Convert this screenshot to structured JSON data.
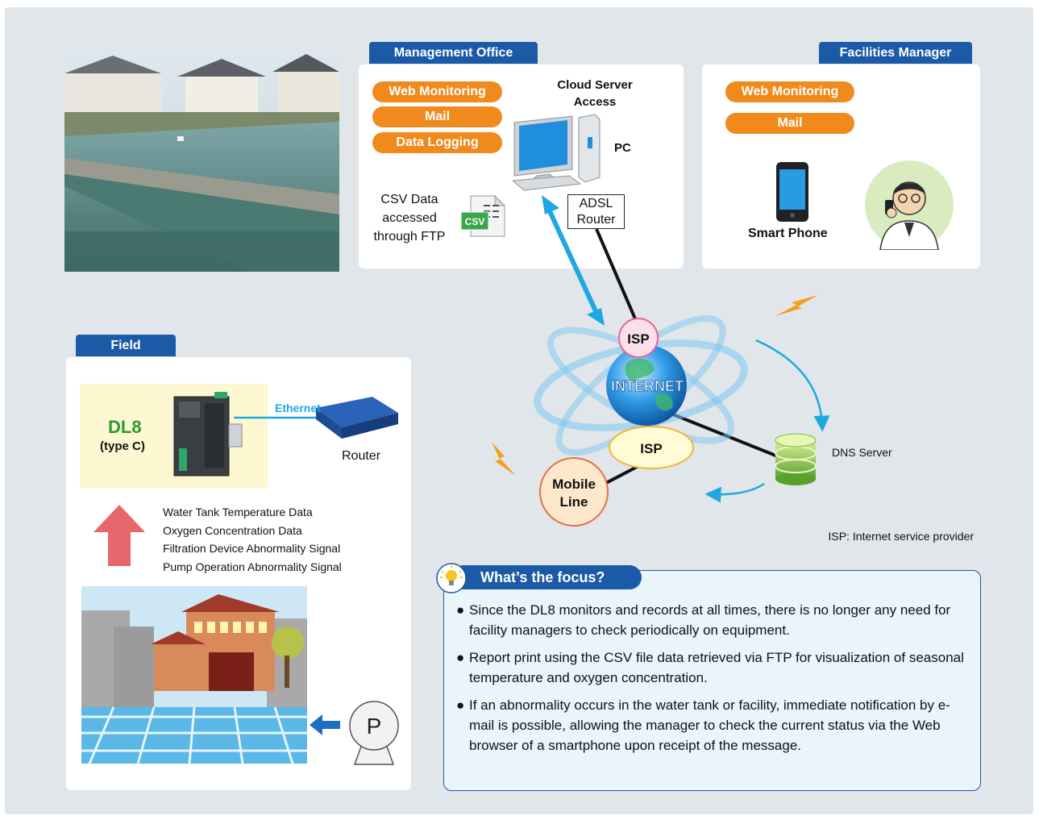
{
  "sections": {
    "management_office": "Management Office",
    "facilities_manager": "Facilities Manager",
    "field": "Field"
  },
  "management_office": {
    "pills": [
      "Web Monitoring",
      "Mail",
      "Data Logging"
    ],
    "cloud_server": [
      "Cloud Server",
      "Access"
    ],
    "pc": "PC",
    "adsl_router": [
      "ADSL",
      "Router"
    ],
    "csv_text": [
      "CSV Data",
      "accessed",
      "through FTP"
    ],
    "csv_icon": "CSV"
  },
  "facilities_manager": {
    "pills": [
      "Web Monitoring",
      "Mail"
    ],
    "smart_phone": "Smart Phone"
  },
  "network": {
    "isp_top": "ISP",
    "internet": "INTERNET",
    "isp_bottom": "ISP",
    "mobile_line": [
      "Mobile",
      "Line"
    ],
    "dns_server": "DNS Server",
    "isp_note": "ISP: Internet service provider"
  },
  "field": {
    "dl8": "DL8",
    "type": "(type C)",
    "ethernet": "Ethernet",
    "router": "Router",
    "signals": [
      "Water Tank Temperature Data",
      "Oxygen Concentration Data",
      "Filtration Device Abnormality Signal",
      "Pump Operation Abnormality Signal"
    ],
    "pump_symbol": "P"
  },
  "focus": {
    "title": "What’s the focus?",
    "bullets": [
      "Since the DL8 monitors and records at all times, there is no longer any need for facility managers to check periodically on equipment.",
      "Report print using the CSV file data retrieved via FTP for visualization of seasonal temperature and oxygen concentration.",
      "If an abnormality occurs in the water tank or facility, immediate notification by e-mail is possible, allowing the manager to check the current status via the Web browser of a smartphone upon receipt of the message."
    ]
  },
  "colors": {
    "tab_blue": "#1b5aa6",
    "pill_orange": "#f08a1c",
    "arrow_cyan": "#1fa8e0",
    "dl8_green": "#2e9a2e",
    "up_arrow_red": "#e8676c"
  }
}
